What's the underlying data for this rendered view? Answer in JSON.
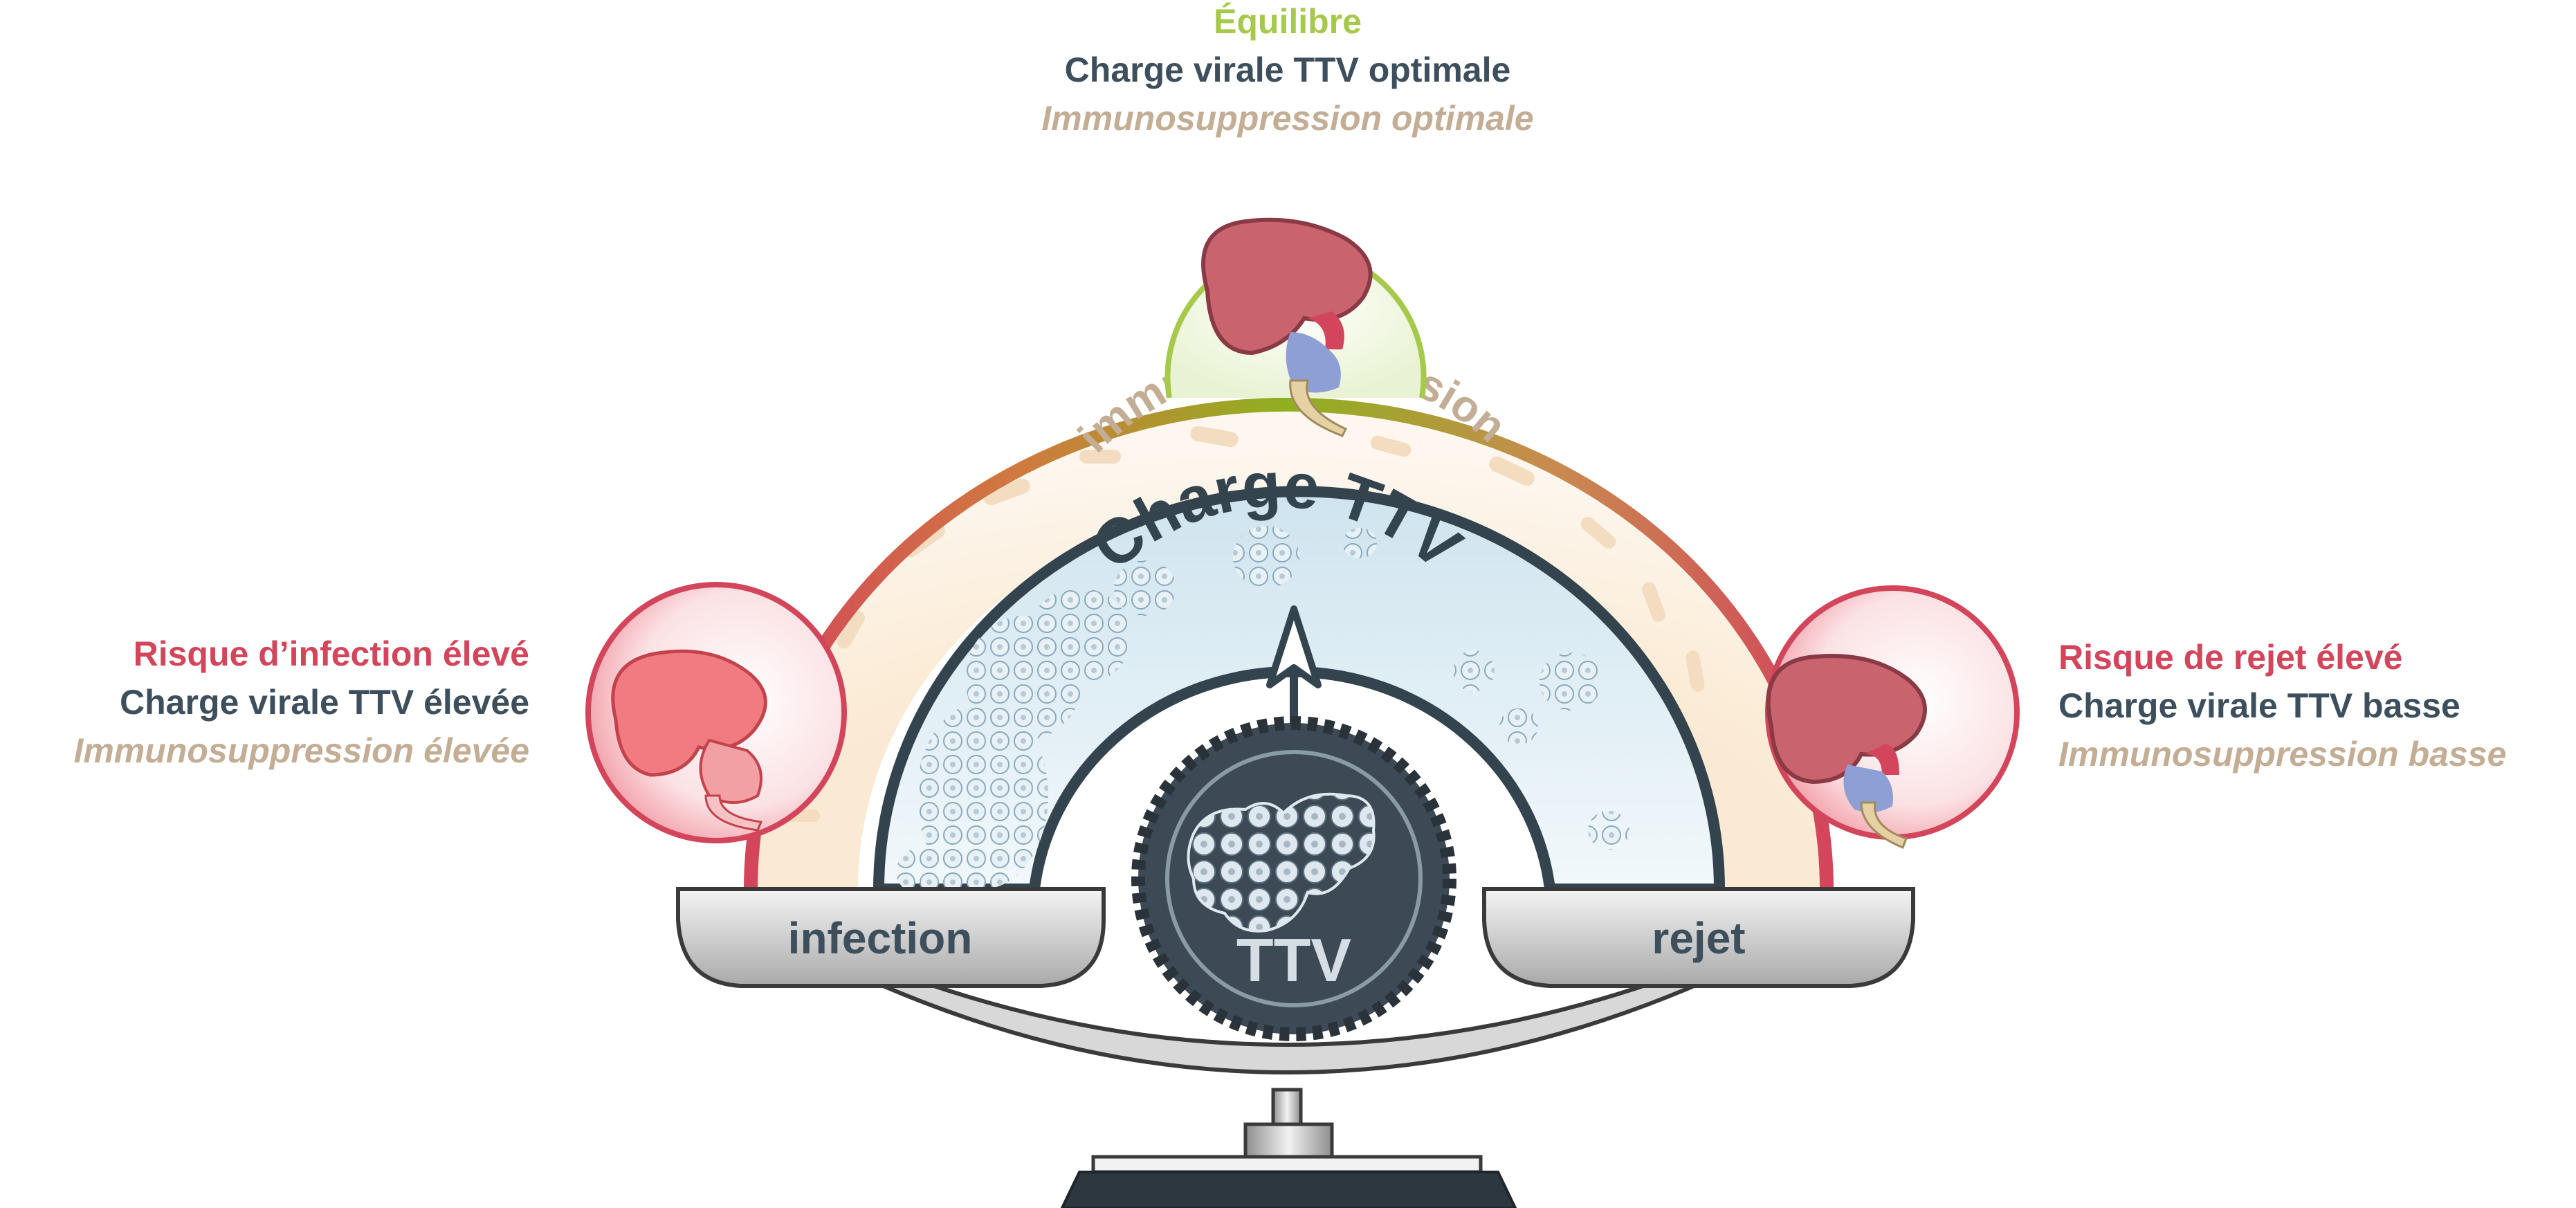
{
  "top": {
    "status": "Équilibre",
    "load": "Charge virale TTV optimale",
    "immuno": "Immunosuppression optimale"
  },
  "left": {
    "status": "Risque d’infection élevé",
    "load": "Charge virale TTV élevée",
    "immuno": "Immunosuppression élevée"
  },
  "right": {
    "status": "Risque de rejet élevé",
    "load": "Charge virale TTV basse",
    "immuno": "Immunosuppression basse"
  },
  "arc": {
    "outer_label": "immunosuppression",
    "inner_label": "Charge TTV"
  },
  "scale": {
    "left_pan": "infection",
    "right_pan": "rejet",
    "hub": "TTV"
  },
  "colors": {
    "risk_red": "#d3455b",
    "slate": "#3d4f5c",
    "beige": "#c3ad94",
    "balance_green": "#a6c94b"
  }
}
